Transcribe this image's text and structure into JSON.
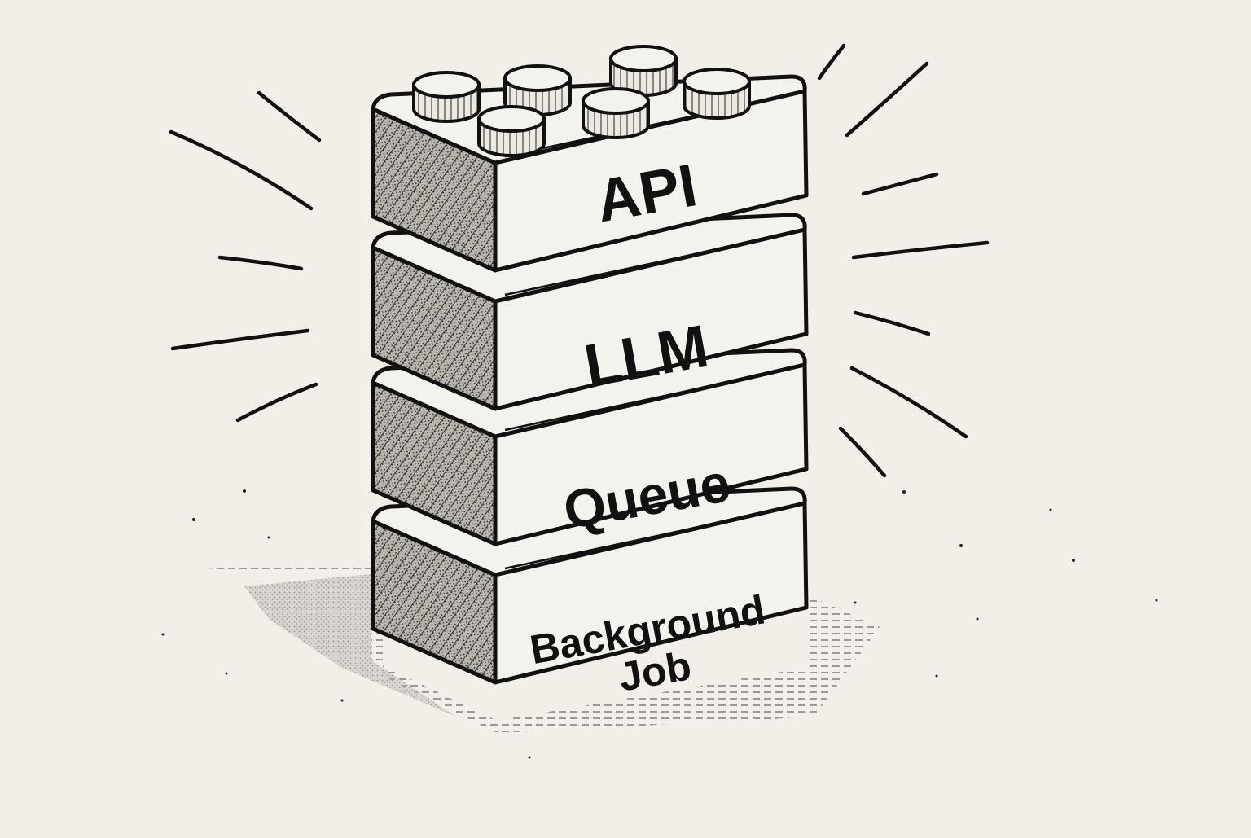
{
  "bricks": [
    {
      "id": "api",
      "lines": [
        "API"
      ]
    },
    {
      "id": "llm",
      "lines": [
        "LLM"
      ]
    },
    {
      "id": "queue",
      "lines": [
        "Queue"
      ]
    },
    {
      "id": "background-job",
      "lines": [
        "Background",
        "Job"
      ]
    }
  ],
  "colors": {
    "paper": "#f2efe8",
    "ink": "#111111",
    "brick_face": "#f4f2ec"
  }
}
